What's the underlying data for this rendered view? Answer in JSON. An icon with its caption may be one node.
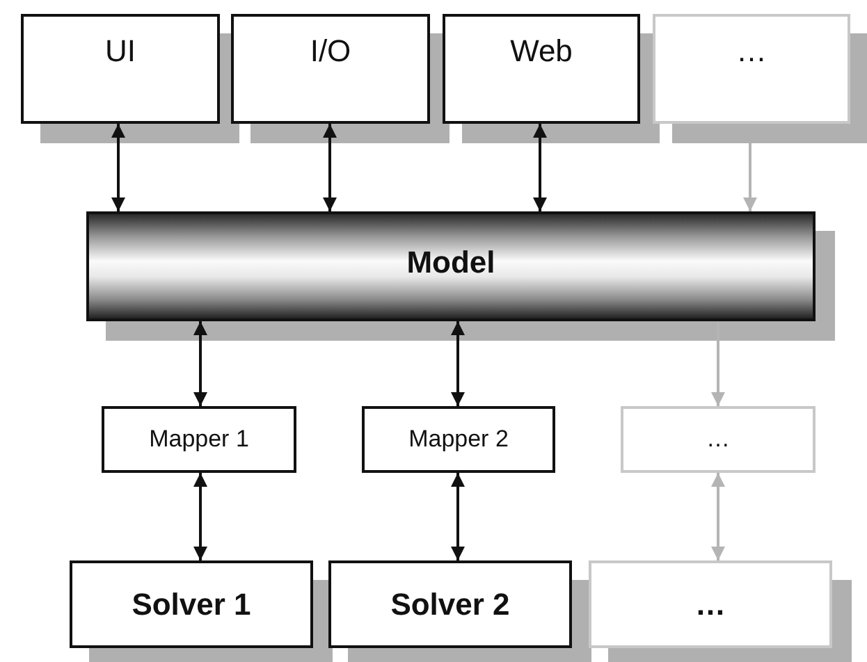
{
  "diagram": {
    "nodes": [
      {
        "text": [
          "UI"
        ]
      },
      {
        "text": [
          "I/O"
        ]
      },
      {
        "text": [
          "Web"
        ]
      },
      {
        "text": [
          "…"
        ]
      },
      {
        "text": [
          "Model"
        ]
      },
      {
        "text": [
          "Mapper 1"
        ]
      },
      {
        "text": [
          "Mapper 2"
        ]
      },
      {
        "text": [
          "…"
        ]
      },
      {
        "text": [
          "Solver 1"
        ]
      },
      {
        "text": [
          "Solver 2"
        ]
      },
      {
        "text": [
          "…"
        ]
      }
    ],
    "edges": [
      {
        "from": 0,
        "to": 4,
        "arrow": "both"
      },
      {
        "from": 1,
        "to": 4,
        "arrow": "both"
      },
      {
        "from": 2,
        "to": 4,
        "arrow": "both"
      },
      {
        "from": 3,
        "to": 4,
        "arrow": "to",
        "color": "#b4b4b4"
      },
      {
        "from": 4,
        "to": 5,
        "arrow": "both"
      },
      {
        "from": 4,
        "to": 6,
        "arrow": "both"
      },
      {
        "from": 4,
        "to": 7,
        "arrow": "to",
        "color": "#b4b4b4"
      },
      {
        "from": 5,
        "to": 8,
        "arrow": "both"
      },
      {
        "from": 6,
        "to": 9,
        "arrow": "both"
      },
      {
        "from": 7,
        "to": 10,
        "arrow": "both",
        "color": "#b4b4b4"
      }
    ]
  }
}
